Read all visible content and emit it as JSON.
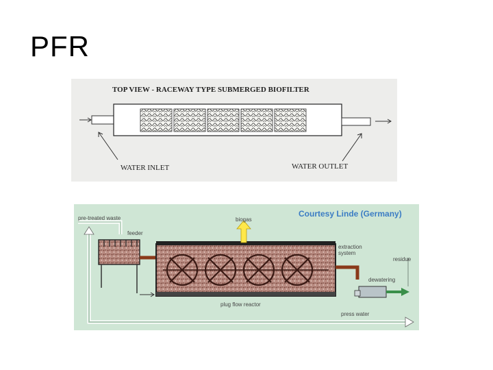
{
  "slide": {
    "title": "PFR"
  },
  "top_view": {
    "heading": "TOP VIEW - RACEWAY TYPE SUBMERGED BIOFILTER",
    "inlet_label": "WATER INLET",
    "outlet_label": "WATER OUTLET"
  },
  "reactor_scheme": {
    "courtesy": "Courtesy Linde (Germany)",
    "labels": {
      "pretreated": "pre-treated waste",
      "feeder": "feeder",
      "biogas": "biogas",
      "extraction": "extraction",
      "extraction2": "system",
      "residue": "residue",
      "dewatering": "dewatering",
      "reactor": "plug flow reactor",
      "press_water": "press water"
    },
    "colors": {
      "background": "#cfe6d5",
      "reactor_fill": "#b88a80",
      "pipe": "#8a3a1a",
      "arrow_outline": "#ffffff",
      "biogas_arrow": "#ffe84a",
      "courtesy": "#3b7cc4"
    }
  }
}
